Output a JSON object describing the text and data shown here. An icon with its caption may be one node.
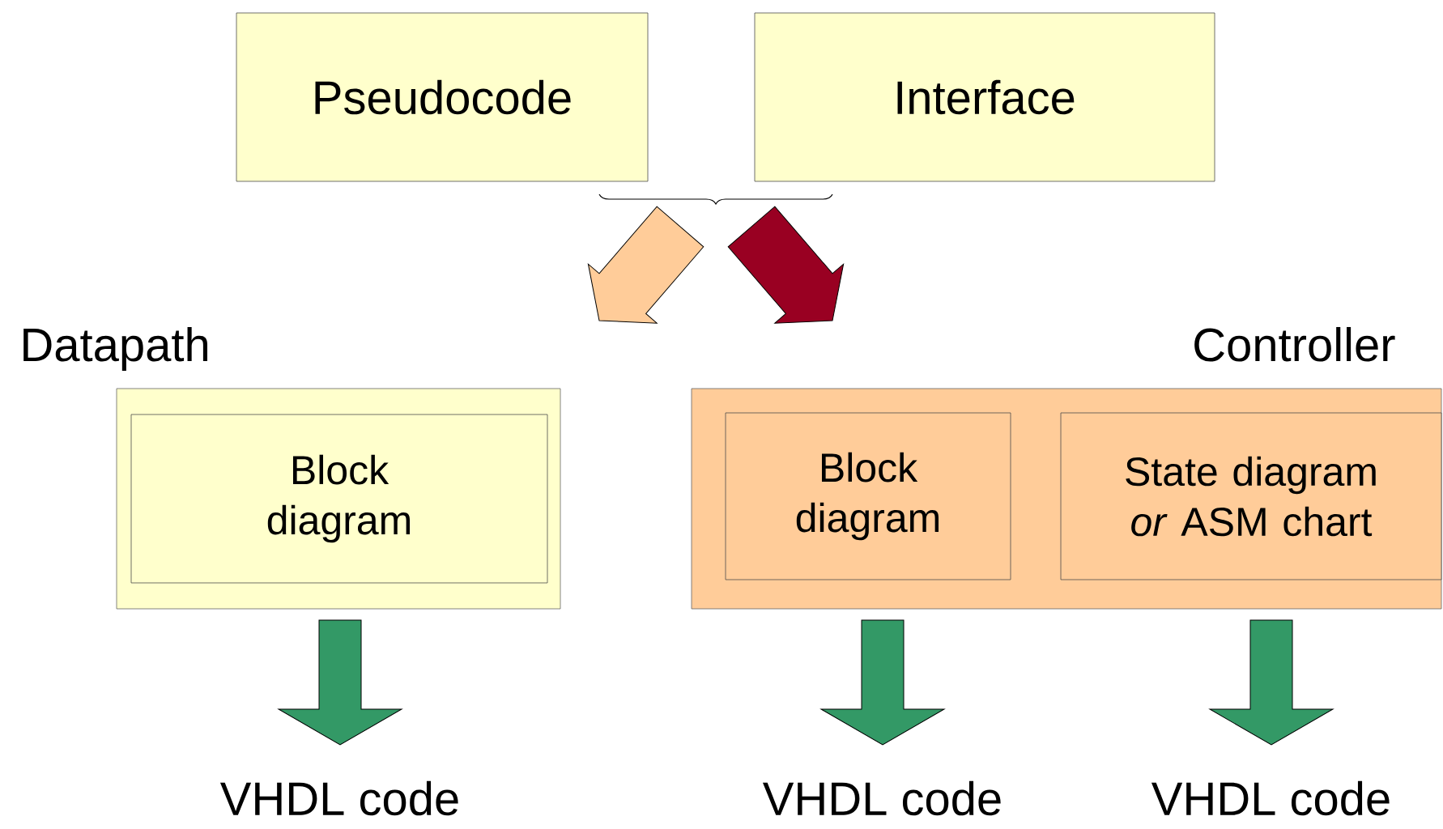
{
  "diagram": {
    "nodes": [
      {
        "text": [
          "Pseudocode"
        ]
      },
      {
        "text": [
          "Interface"
        ]
      },
      {
        "text": [
          "Datapath"
        ]
      },
      {
        "text": [
          "Block diagram"
        ],
        "in": 2
      },
      {
        "text": [
          "Controller"
        ]
      },
      {
        "text": [
          "Block diagram"
        ],
        "in": 4
      },
      {
        "text": [
          "State diagram *or* ASM chart"
        ],
        "in": 4
      },
      {
        "text": [
          "VHDL code"
        ]
      },
      {
        "text": [
          "VHDL code"
        ]
      },
      {
        "text": [
          "VHDL code"
        ]
      }
    ],
    "edges": [
      {
        "from": 0,
        "to": 2,
        "arrow": "to",
        "color": "#ffcc99"
      },
      {
        "from": 1,
        "to": 2,
        "arrow": "to",
        "color": "#ffcc99"
      },
      {
        "from": 0,
        "to": 4,
        "arrow": "to",
        "color": "#990022"
      },
      {
        "from": 1,
        "to": 4,
        "arrow": "to",
        "color": "#990022"
      },
      {
        "from": 2,
        "to": 7,
        "arrow": "to",
        "color": "#339966"
      },
      {
        "from": 4,
        "to": 8,
        "arrow": "to",
        "color": "#339966"
      },
      {
        "from": 4,
        "to": 9,
        "arrow": "to",
        "color": "#339966"
      }
    ]
  }
}
